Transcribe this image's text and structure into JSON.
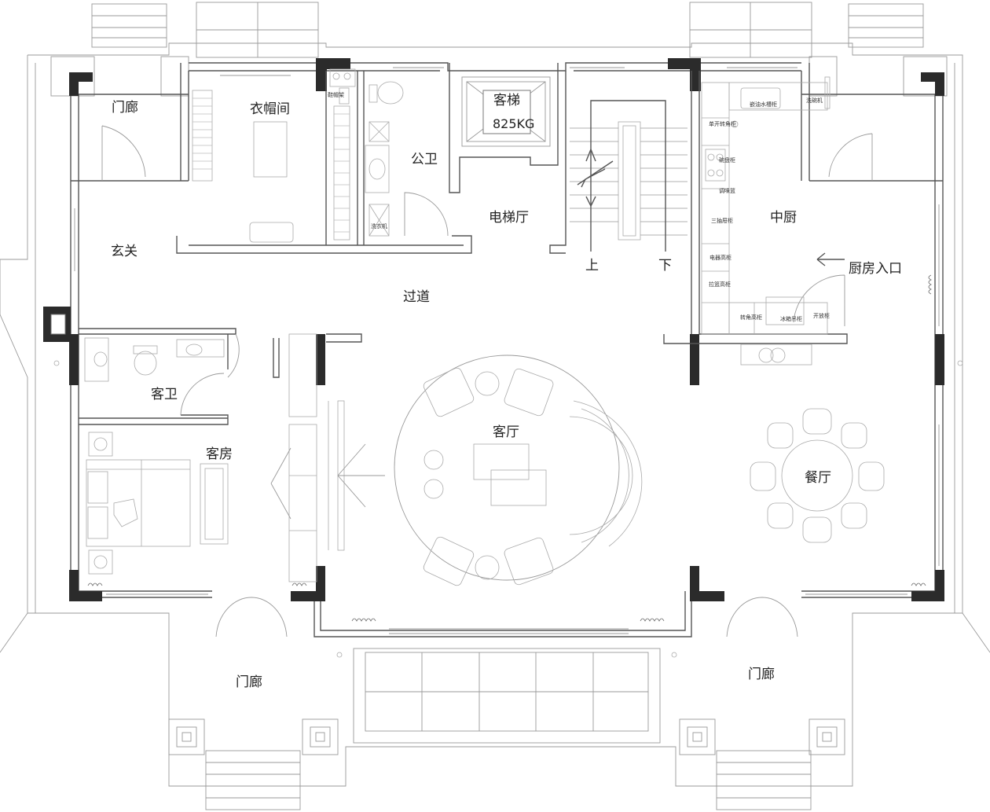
{
  "rooms": {
    "porch_top_left": "门廊",
    "cloakroom": "衣帽间",
    "public_bath": "公卫",
    "elevator": "客梯",
    "elevator_capacity": "825KG",
    "elevator_hall": "电梯厅",
    "stair_up": "上",
    "stair_down": "下",
    "kitchen": "中厨",
    "kitchen_entrance": "厨房入口",
    "foyer": "玄关",
    "corridor": "过道",
    "guest_bath": "客卫",
    "guest_room": "客房",
    "living_room": "客厅",
    "dining_room": "餐厅",
    "porch_bottom_left": "门廊",
    "porch_bottom_right": "门廊"
  },
  "annotations": {
    "cloak_top": "鞋帽架",
    "laundry": "洗衣机",
    "kitchen_sink": "嵌油水槽柜",
    "dishwasher": "洗碗机",
    "corner_cabinet": "单开转角柜",
    "bowl_cabinet": "碗盘柜",
    "seasoning": "调味篮",
    "drawer_cabinet": "三抽屉柜",
    "appliance_tall": "电器高柜",
    "pullout_tall": "拉篮高柜",
    "corner_tall": "转角高柜",
    "fridge": "冰箱吊柜",
    "open_cabinet": "开放柜"
  },
  "colors": {
    "wall": "#555555",
    "column": "#2b2b2b",
    "fixture": "#999999"
  }
}
